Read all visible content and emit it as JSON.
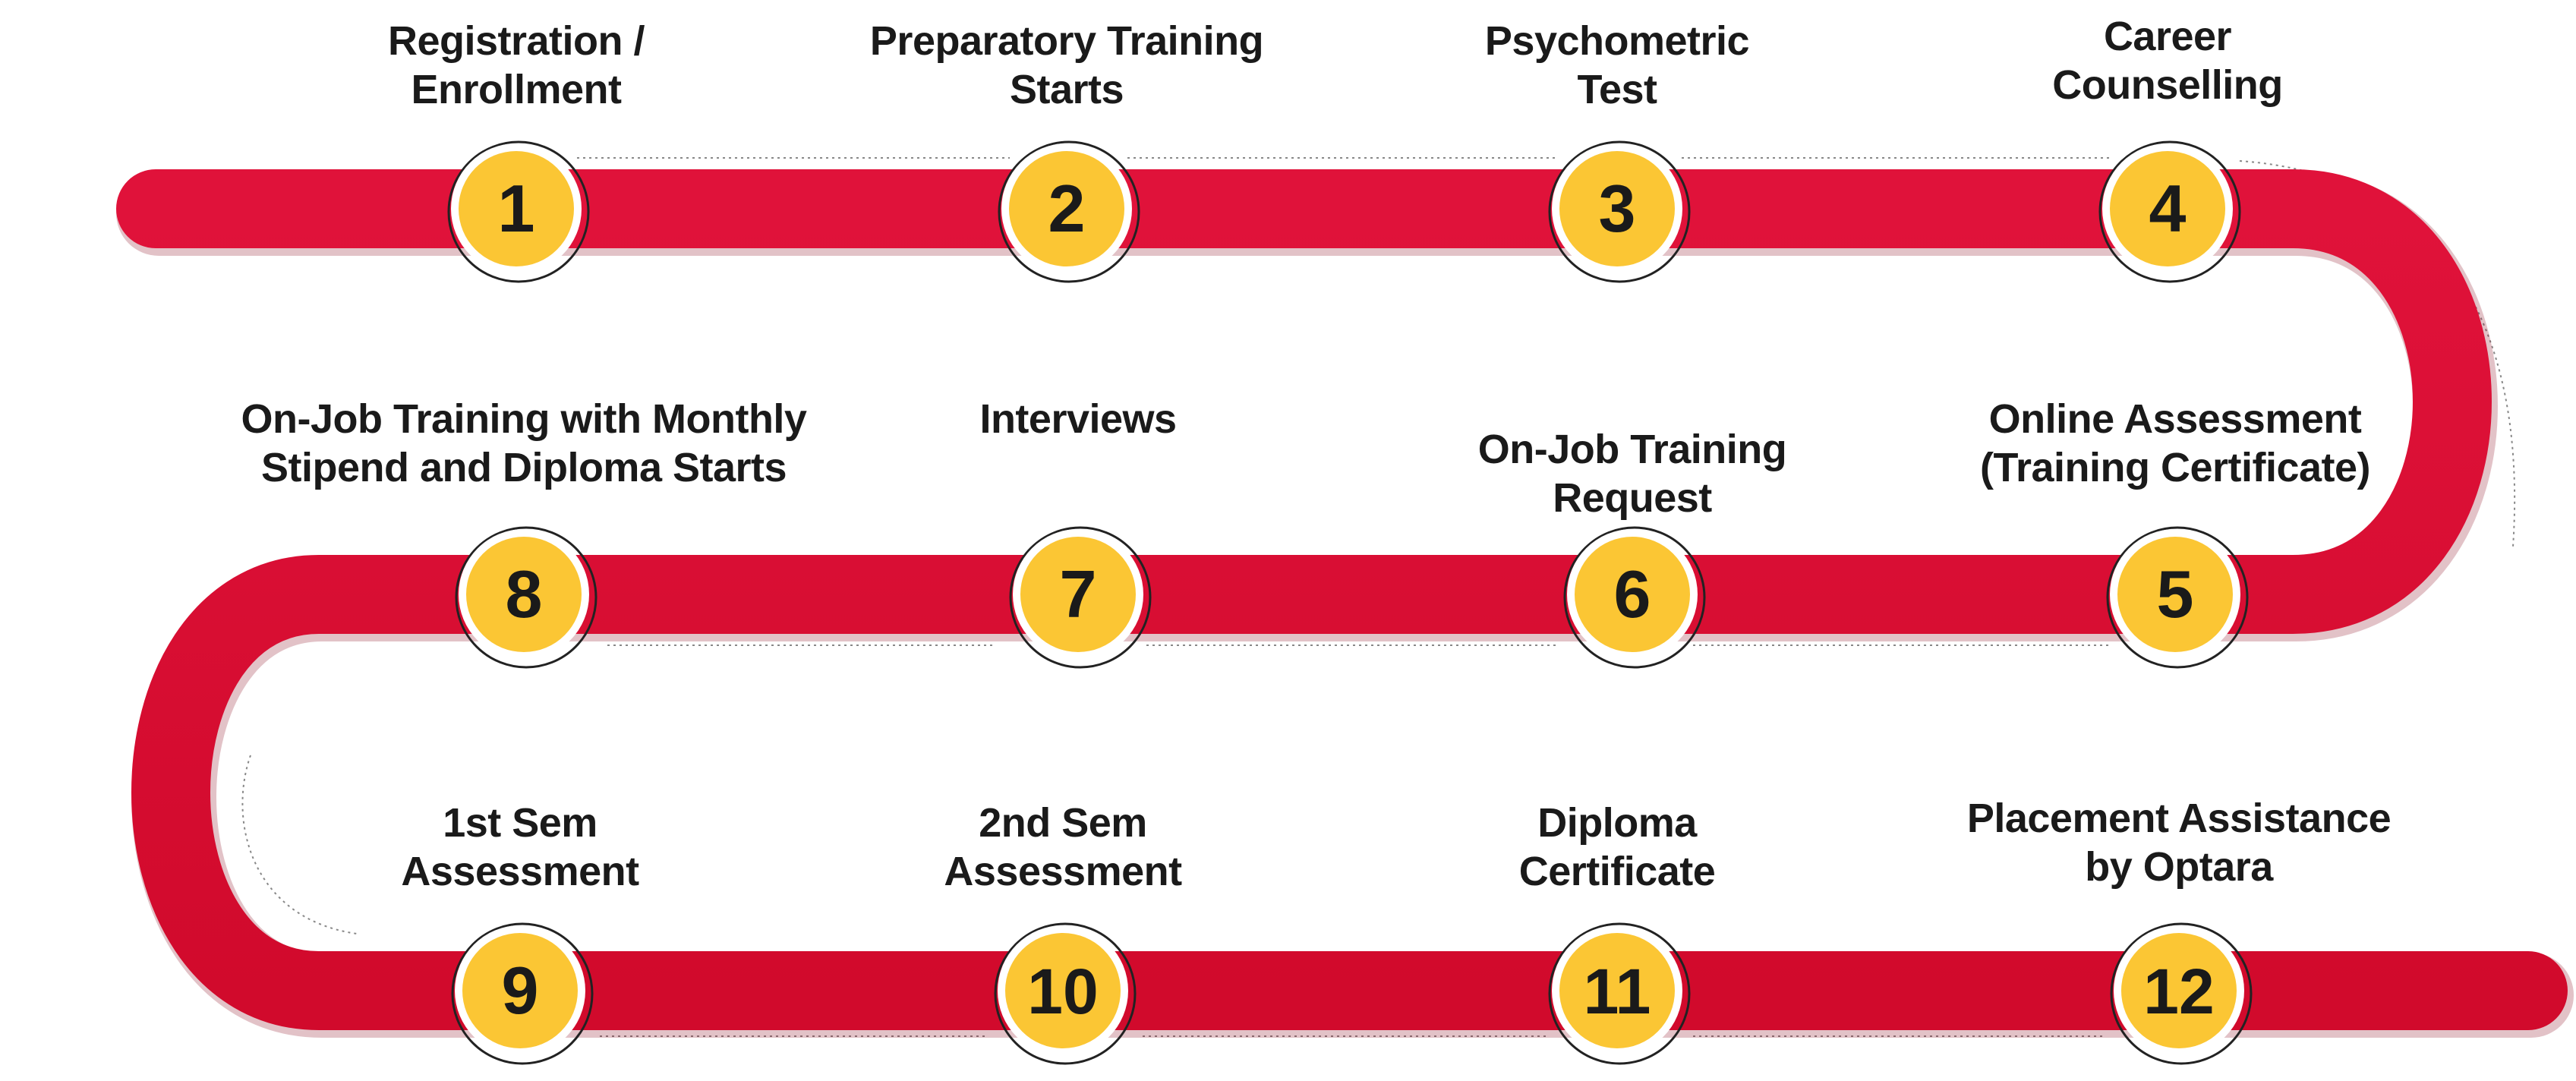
{
  "colors": {
    "road": "#d10a2c",
    "road_highlight": "#e0123a",
    "badge_fill": "#fbc634",
    "badge_ring": "#ffffff",
    "badge_outline": "#222222",
    "number_text": "#1a1a1a",
    "label_text": "#1a1a1a"
  },
  "steps": [
    {
      "number": "1",
      "label_lines": [
        "Registration /",
        "Enrollment"
      ]
    },
    {
      "number": "2",
      "label_lines": [
        "Preparatory Training",
        "Starts"
      ]
    },
    {
      "number": "3",
      "label_lines": [
        "Psychometric",
        "Test"
      ]
    },
    {
      "number": "4",
      "label_lines": [
        "Career",
        "Counselling"
      ]
    },
    {
      "number": "5",
      "label_lines": [
        "Online Assessment",
        "(Training Certificate)"
      ]
    },
    {
      "number": "6",
      "label_lines": [
        "On-Job Training",
        "Request"
      ]
    },
    {
      "number": "7",
      "label_lines": [
        "Interviews"
      ]
    },
    {
      "number": "8",
      "label_lines": [
        "On-Job Training with Monthly",
        "Stipend and Diploma Starts"
      ]
    },
    {
      "number": "9",
      "label_lines": [
        "1st Sem",
        "Assessment"
      ]
    },
    {
      "number": "10",
      "label_lines": [
        "2nd Sem",
        "Assessment"
      ]
    },
    {
      "number": "11",
      "label_lines": [
        "Diploma",
        "Certificate"
      ]
    },
    {
      "number": "12",
      "label_lines": [
        "Placement Assistance",
        "by Optara"
      ]
    }
  ]
}
